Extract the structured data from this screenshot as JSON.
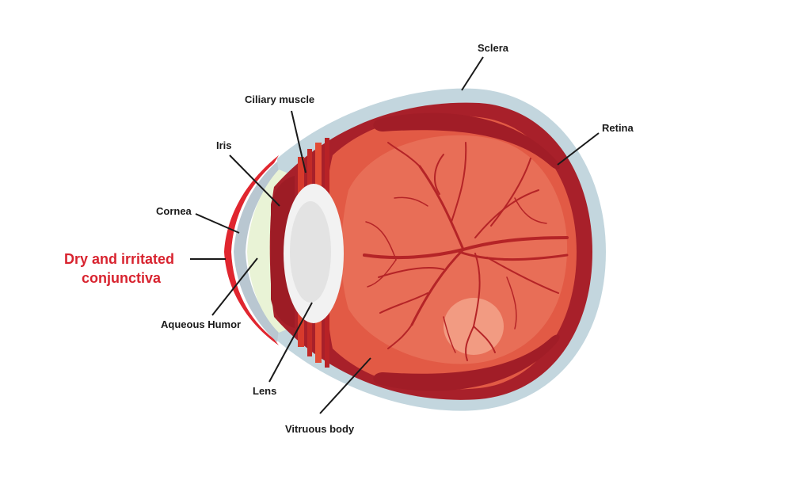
{
  "labels": {
    "sclera": "Sclera",
    "ciliary_muscle": "Ciliary muscle",
    "retina": "Retina",
    "iris": "Iris",
    "cornea": "Cornea",
    "conjunctiva_line1": "Dry and irritated",
    "conjunctiva_line2": "conjunctiva",
    "aqueous_humor": "Aqueous Humor",
    "lens": "Lens",
    "vitreous_body": "Vitruous body"
  },
  "colors": {
    "sclera": "#c3d6de",
    "choroid": "#a8202a",
    "vitreous": "#e25a45",
    "vitreous_light": "#ec7f66",
    "lens": "#f2f2f2",
    "conjunctiva": "#e0262f",
    "aqueous": "#e9f3d6",
    "highlight_label": "#d8232f"
  }
}
